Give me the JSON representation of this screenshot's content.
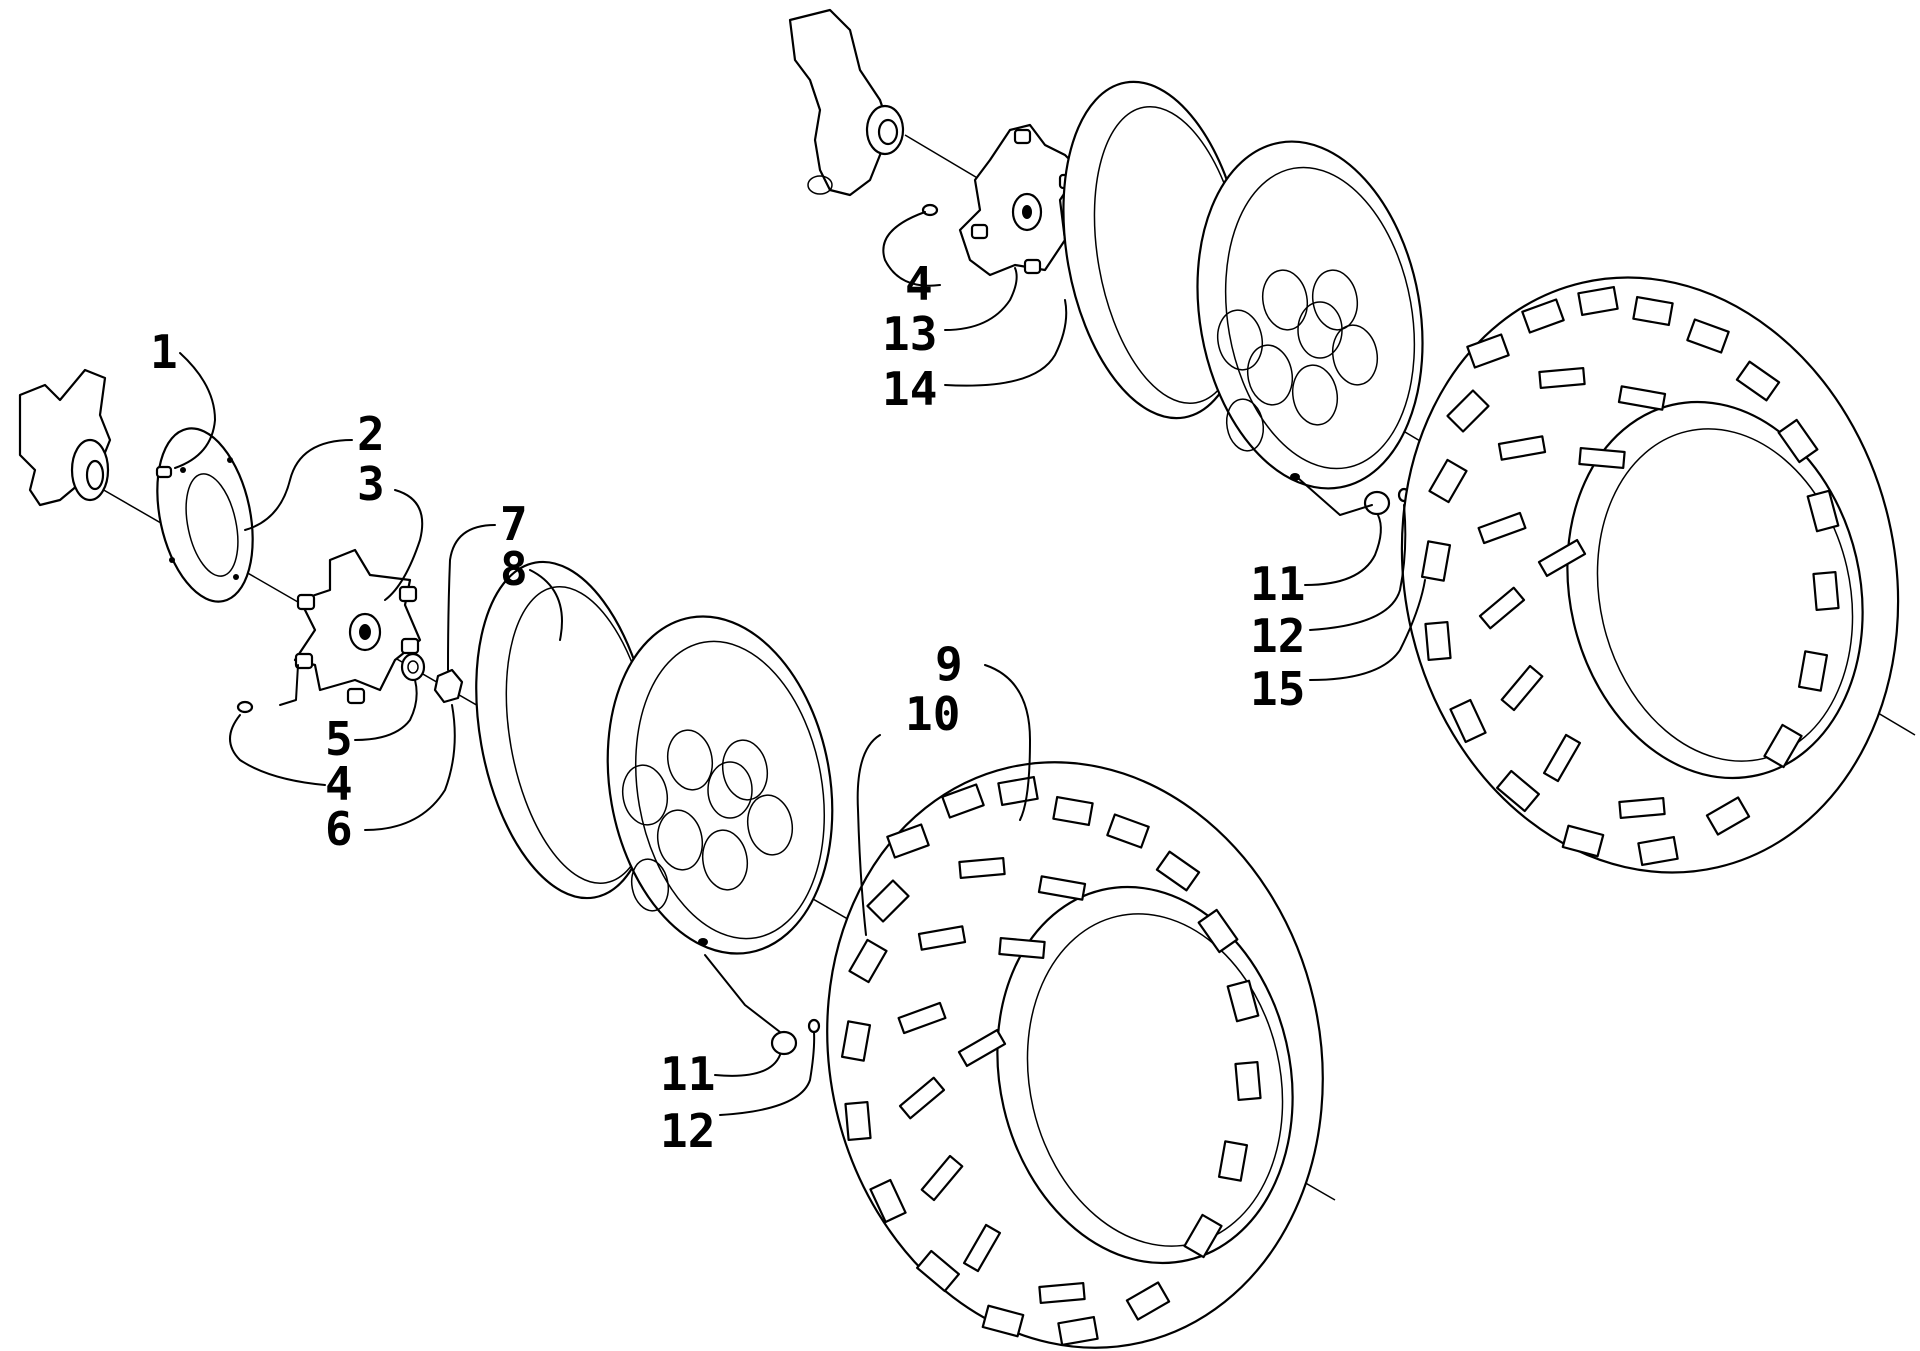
{
  "callouts": [
    {
      "id": "c1",
      "text": "1"
    },
    {
      "id": "c2",
      "text": "2"
    },
    {
      "id": "c3",
      "text": "3"
    },
    {
      "id": "c4a",
      "text": "4"
    },
    {
      "id": "c4b",
      "text": "4"
    },
    {
      "id": "c5",
      "text": "5"
    },
    {
      "id": "c6",
      "text": "6"
    },
    {
      "id": "c7",
      "text": "7"
    },
    {
      "id": "c8",
      "text": "8"
    },
    {
      "id": "c9",
      "text": "9"
    },
    {
      "id": "c10",
      "text": "10"
    },
    {
      "id": "c11a",
      "text": "11"
    },
    {
      "id": "c11b",
      "text": "11"
    },
    {
      "id": "c12a",
      "text": "12"
    },
    {
      "id": "c12b",
      "text": "12"
    },
    {
      "id": "c13",
      "text": "13"
    },
    {
      "id": "c14",
      "text": "14"
    },
    {
      "id": "c15",
      "text": "15"
    }
  ]
}
